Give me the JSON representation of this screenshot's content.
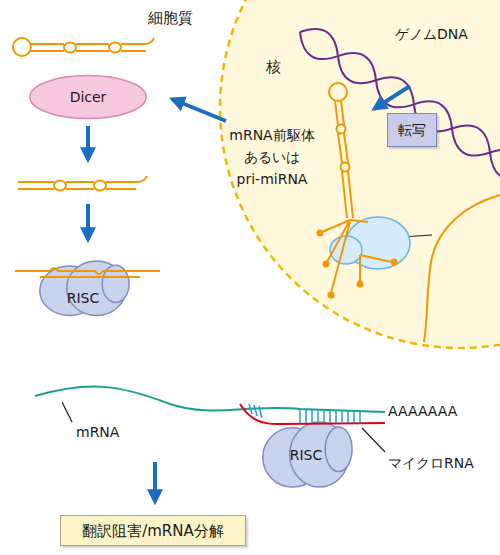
{
  "diagram": {
    "nodes": [
      {
        "text": [
          "Dicer"
        ]
      },
      {
        "text": [
          "転写"
        ]
      },
      {
        "text": [
          "RISC"
        ]
      },
      {
        "text": [
          "RISC"
        ]
      },
      {
        "text": [
          "翻訳阻害/mRNA分解"
        ]
      }
    ],
    "labels": [
      "細胞質",
      "ゲノムDNA",
      "核",
      "mRNA前駆体 あるいは pri-miRNA",
      "AAAAAAA",
      "mRNA",
      "マイクロRNA"
    ]
  }
}
